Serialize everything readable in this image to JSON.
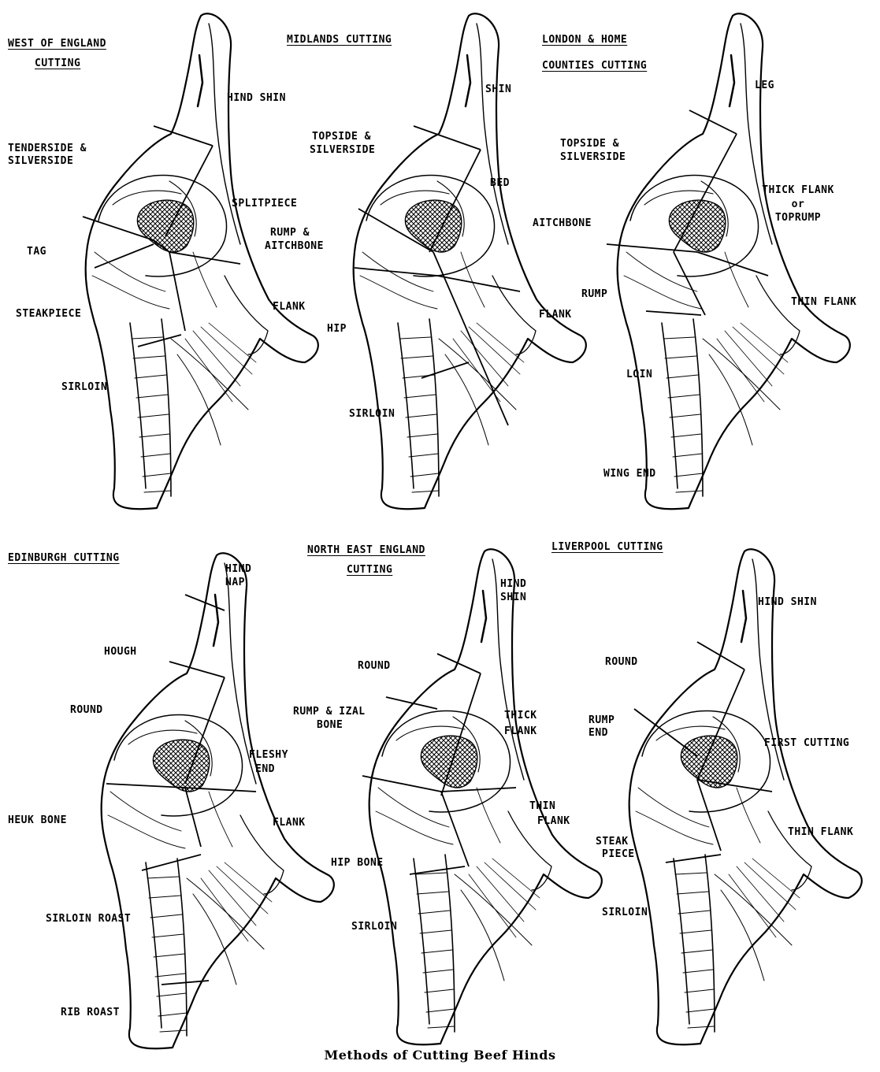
{
  "caption": "Methods of Cutting Beef Hinds",
  "panels": [
    {
      "title": [
        "WEST OF ENGLAND",
        "CUTTING"
      ],
      "labels": [
        "HIND SHIN",
        "TENDERSIDE &",
        "SILVERSIDE",
        "SPLITPIECE",
        "RUMP &",
        "AITCHBONE",
        "TAG",
        "FLANK",
        "STEAKPIECE",
        "SIRLOIN"
      ]
    },
    {
      "title": [
        "MIDLANDS CUTTING"
      ],
      "labels": [
        "SHIN",
        "TOPSIDE &",
        "SILVERSIDE",
        "BED",
        "AITCHBONE",
        "RUMP",
        "HIP",
        "FLANK",
        "SIRLOIN"
      ]
    },
    {
      "title": [
        "LONDON & HOME",
        "COUNTIES CUTTING"
      ],
      "labels": [
        "LEG",
        "TOPSIDE &",
        "SILVERSIDE",
        "THICK FLANK",
        "or",
        "TOPRUMP",
        "THIN FLANK",
        "LOIN",
        "WING END"
      ]
    },
    {
      "title": [
        "EDINBURGH CUTTING"
      ],
      "labels": [
        "HIND",
        "NAP",
        "HOUGH",
        "ROUND",
        "FLESHY",
        "END",
        "FLANK",
        "HEUK BONE",
        "SIRLOIN ROAST",
        "RIB ROAST"
      ]
    },
    {
      "title": [
        "NORTH EAST ENGLAND",
        "CUTTING"
      ],
      "labels": [
        "HIND",
        "SHIN",
        "ROUND",
        "RUMP & IZAL",
        "BONE",
        "THICK",
        "FLANK",
        "THIN",
        "FLANK",
        "HIP BONE",
        "SIRLOIN"
      ]
    },
    {
      "title": [
        "LIVERPOOL CUTTING"
      ],
      "labels": [
        "HIND SHIN",
        "ROUND",
        "RUMP",
        "END",
        "FIRST CUTTING",
        "THIN FLANK",
        "STEAK",
        "PIECE",
        "SIRLOIN"
      ]
    }
  ]
}
